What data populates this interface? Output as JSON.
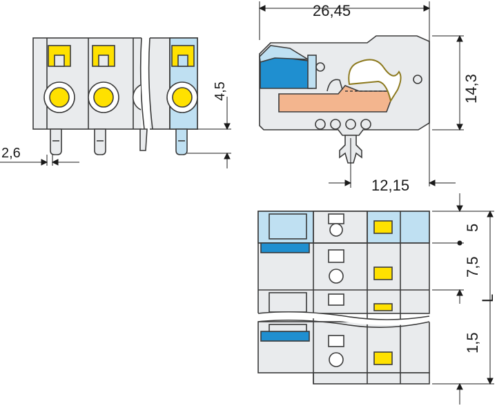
{
  "colors": {
    "housing": "#e9ebed",
    "outline": "#3a3a3a",
    "light_blue": "#bfe0f2",
    "blue": "#1f8fd0",
    "yellow": "#ffe100",
    "salmon": "#f3b58e"
  },
  "dimensions": {
    "overall_length": "26,45",
    "height": "14,3",
    "pin_offset": "12,15",
    "pin_height": "4,5",
    "pin_width": "2,6",
    "pitch": "7,5",
    "first_pole": "5",
    "pin_spacing": "1,5",
    "total_length": "L"
  }
}
